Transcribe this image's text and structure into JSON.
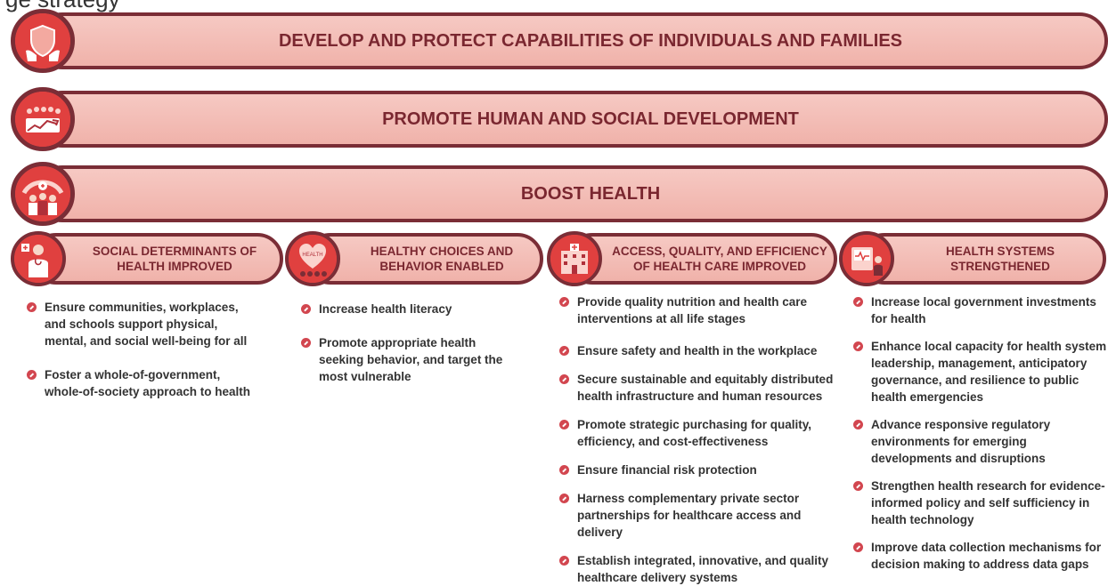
{
  "page_title_cut": "ge strategy",
  "banners": [
    {
      "label": "DEVELOP AND PROTECT CAPABILITIES OF INDIVIDUALS AND FAMILIES",
      "icon": "shield-hands-icon"
    },
    {
      "label": "PROMOTE HUMAN AND SOCIAL DEVELOPMENT",
      "icon": "community-growth-icon"
    },
    {
      "label": "BOOST HEALTH",
      "icon": "health-workers-icon"
    }
  ],
  "categories": [
    {
      "label": "SOCIAL DETERMINANTS OF HEALTH IMPROVED",
      "icon": "doctor-icon",
      "items": [
        "Ensure communities, workplaces, and schools support physical, mental, and social well-being for all",
        "Foster a whole-of-government, whole-of-society approach to health"
      ]
    },
    {
      "label": "HEALTHY CHOICES AND BEHAVIOR ENABLED",
      "icon": "heart-icon",
      "heart_text": "HEALTH",
      "items": [
        "Increase health literacy",
        "Promote appropriate health seeking behavior, and target the most vulnerable"
      ]
    },
    {
      "label": "ACCESS, QUALITY, AND EFFICIENCY OF HEALTH CARE IMPROVED",
      "icon": "hospital-icon",
      "items": [
        "Provide quality nutrition and health care interventions at all life stages",
        "Ensure safety and health in the workplace",
        "Secure sustainable and equitably distributed health infrastructure and human resources",
        "Promote strategic purchasing for quality, efficiency, and cost-effectiveness",
        "Ensure financial risk protection",
        "Harness complementary private sector partnerships for healthcare access and delivery",
        "Establish integrated, innovative, and quality healthcare delivery systems"
      ]
    },
    {
      "label": "HEALTH SYSTEMS STRENGTHENED",
      "icon": "medical-device-icon",
      "items": [
        "Increase local government investments for health",
        "Enhance local capacity for health system leadership, management, anticipatory governance, and resilience to public health emergencies",
        "Advance responsive regulatory environments for emerging developments and disruptions",
        "Strengthen health research for evidence-informed policy and self sufficiency in health technology",
        "Improve data collection mechanisms for decision making to address data gaps"
      ]
    }
  ],
  "colors": {
    "accent": "#e7484a",
    "border": "#7a2d36",
    "pill": "#f3bdb6",
    "text_dark": "#7a2730",
    "bullet": "#d2464f"
  }
}
